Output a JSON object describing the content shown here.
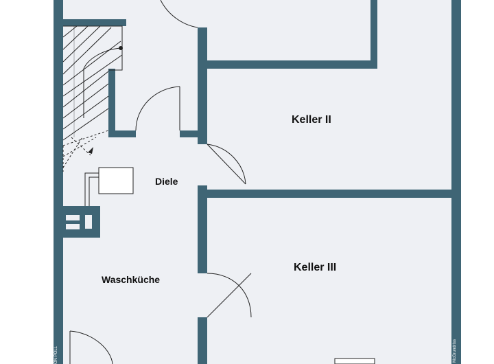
{
  "plan": {
    "colors": {
      "wall": "#3f6575",
      "floor": "#eef0f4",
      "line": "#222222",
      "background": "#ffffff"
    },
    "rooms": [
      {
        "id": "keller-2",
        "label": "Keller II"
      },
      {
        "id": "keller-3",
        "label": "Keller III"
      },
      {
        "id": "diele",
        "label": "Diele"
      },
      {
        "id": "waschkueche",
        "label": "Waschküche"
      }
    ],
    "watermark_left": "ON POLL",
    "watermark_right": "McGrundriss",
    "icons": [
      "staircase-icon",
      "boiler-icon",
      "door-swing-icon",
      "chimney-icon",
      "window-icon"
    ]
  }
}
